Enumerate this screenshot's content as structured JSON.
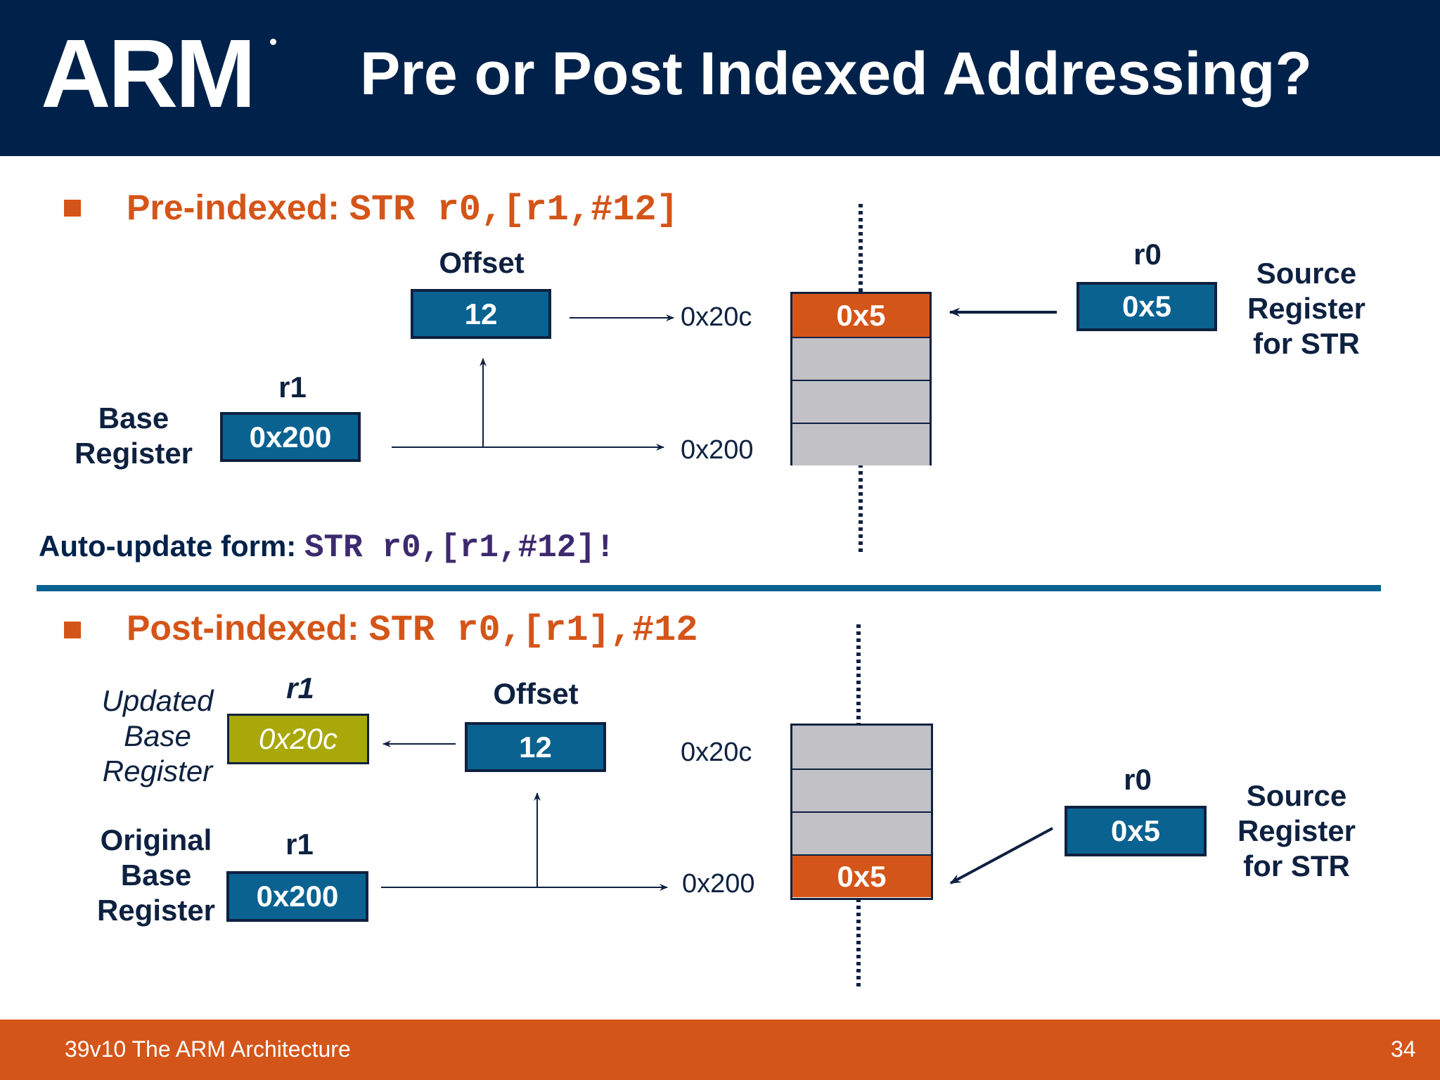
{
  "header": {
    "logo_text": "ARM",
    "title": "Pre or Post Indexed Addressing?"
  },
  "pre": {
    "label": "Pre-indexed: ",
    "code": "STR r0,[r1,#12]",
    "offset_caption": "Offset",
    "offset_value": "12",
    "base_reg_name": "r1",
    "base_caption_line1": "Base",
    "base_caption_line2": "Register",
    "base_value": "0x200",
    "addr_high": "0x20c",
    "addr_low": "0x200",
    "mem_value": "0x5",
    "src_reg_name": "r0",
    "src_value": "0x5",
    "src_caption_line1": "Source",
    "src_caption_line2": "Register",
    "src_caption_line3": "for STR",
    "auto_label": "Auto-update form: ",
    "auto_code": "STR r0,[r1,#12]!"
  },
  "post": {
    "label": "Post-indexed: ",
    "code": "STR r0,[r1],#12",
    "updated_reg_name": "r1",
    "updated_caption_line1": "Updated",
    "updated_caption_line2": "Base",
    "updated_caption_line3": "Register",
    "updated_value": "0x20c",
    "offset_caption": "Offset",
    "offset_value": "12",
    "orig_reg_name": "r1",
    "orig_caption_line1": "Original",
    "orig_caption_line2": "Base",
    "orig_caption_line3": "Register",
    "orig_value": "0x200",
    "addr_high": "0x20c",
    "addr_low": "0x200",
    "mem_value": "0x5",
    "src_reg_name": "r0",
    "src_value": "0x5",
    "src_caption_line1": "Source",
    "src_caption_line2": "Register",
    "src_caption_line3": "for STR"
  },
  "footer": {
    "left": "39v10 The ARM Architecture",
    "page": "34"
  },
  "colors": {
    "navy": "#00224a",
    "orange": "#d45519",
    "blue": "#0a6291",
    "olive": "#a8a80a",
    "gray": "#c2c1c6"
  }
}
